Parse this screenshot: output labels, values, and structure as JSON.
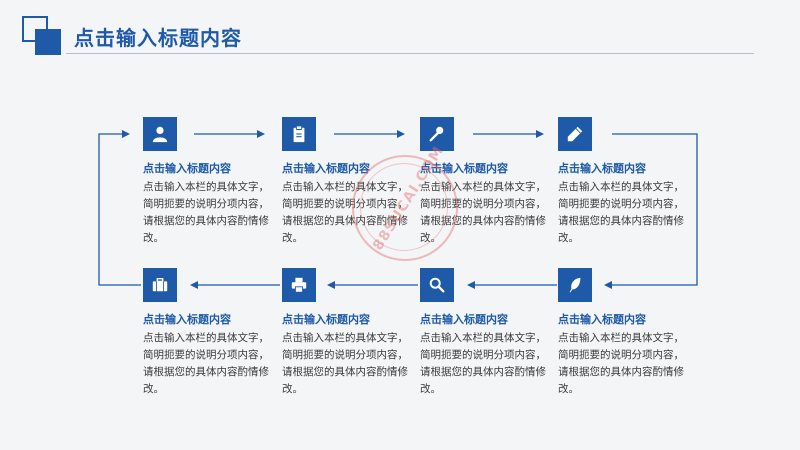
{
  "header": {
    "title": "点击输入标题内容"
  },
  "steps": [
    {
      "icon": "user-icon",
      "title": "点击输入标题内容",
      "body": "点击输入本栏的具体文字，简明扼要的说明分项内容，请根据您的具体内容酌情修改。"
    },
    {
      "icon": "clipboard-icon",
      "title": "点击输入标题内容",
      "body": "点击输入本栏的具体文字，简明扼要的说明分项内容，请根据您的具体内容酌情修改。"
    },
    {
      "icon": "microphone-icon",
      "title": "点击输入标题内容",
      "body": "点击输入本栏的具体文字，简明扼要的说明分项内容，请根据您的具体内容酌情修改。"
    },
    {
      "icon": "pencil-icon",
      "title": "点击输入标题内容",
      "body": "点击输入本栏的具体文字，简明扼要的说明分项内容，请根据您的具体内容酌情修改。"
    },
    {
      "icon": "feather-icon",
      "title": "点击输入标题内容",
      "body": "点击输入本栏的具体文字，简明扼要的说明分项内容，请根据您的具体内容酌情修改。"
    },
    {
      "icon": "search-icon",
      "title": "点击输入标题内容",
      "body": "点击输入本栏的具体文字，简明扼要的说明分项内容，请根据您的具体内容酌情修改。"
    },
    {
      "icon": "printer-icon",
      "title": "点击输入标题内容",
      "body": "点击输入本栏的具体文字，简明扼要的说明分项内容，请根据您的具体内容酌情修改。"
    },
    {
      "icon": "briefcase-icon",
      "title": "点击输入标题内容",
      "body": "点击输入本栏的具体文字，简明扼要的说明分项内容，请根据您的具体内容酌情修改。"
    }
  ],
  "watermark": {
    "text": "88SUCAI.COM"
  },
  "colors": {
    "accent": "#1f5aa8",
    "body_text": "#3a3a3a",
    "background": "#f4f5f7"
  }
}
